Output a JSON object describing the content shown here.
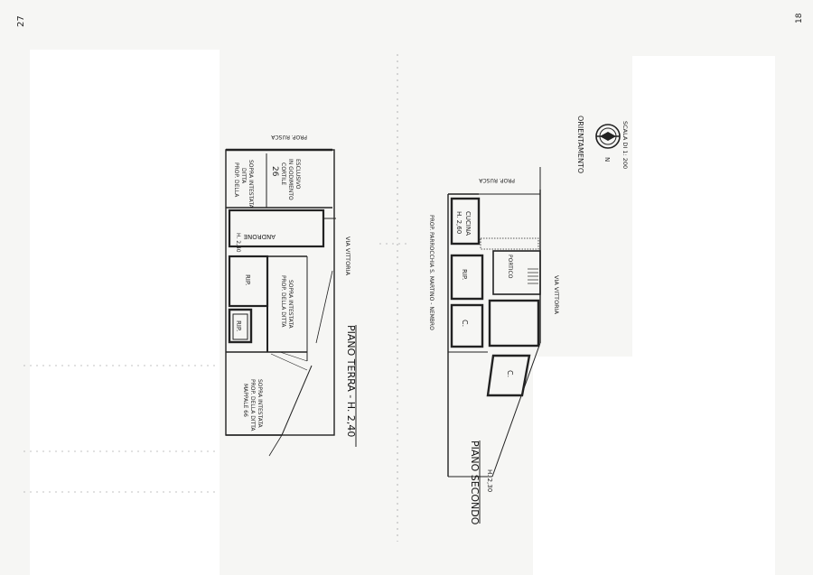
{
  "page": {
    "corner_left": "27",
    "corner_right": "18"
  },
  "ground_floor": {
    "title": "PIANO  TERRA  -  H. 2,40",
    "street": "VIA  VITTORIA",
    "neighbor": "PROP. RUSCA",
    "room_androne": "ANDRONE",
    "room_rip_upper": "RIP.",
    "room_rip_lower": "RIP.",
    "prop_ditta_top": [
      "PROP. DELLA",
      "DITTA",
      "SOPRA INTESTATA"
    ],
    "courtyard": [
      "CORTILE",
      "IN GODIMENTO",
      "ESCLUSIVO"
    ],
    "courtyard_mark": "26",
    "prop_ditta_mid": [
      "PROP. DELLA DITTA",
      "SOPRA INTESTATA"
    ],
    "mappale": [
      "MAPPALE 66",
      "PROP. DELLA DITTA",
      "SOPRA INTESTATA"
    ],
    "height_note": "H. 2,40"
  },
  "second_floor": {
    "title": "PIANO  SECONDO",
    "height": "H. 2,30",
    "street": "VIA  VITTORIA",
    "neighbor": "PROP. RUSCA",
    "parish": "PROP. PARROCCHIA  S. MARTINO - NEMBRO",
    "kitchen": "CUCINA",
    "kitchen_height": "H. 2,60",
    "room_rip": "RIP.",
    "porch": "PORTICO",
    "room_c1": "C.",
    "room_c2": "C."
  },
  "orientation": {
    "label": "ORIENTAMENTO",
    "north": "N",
    "scale": "SCALA DI 1: 200"
  }
}
